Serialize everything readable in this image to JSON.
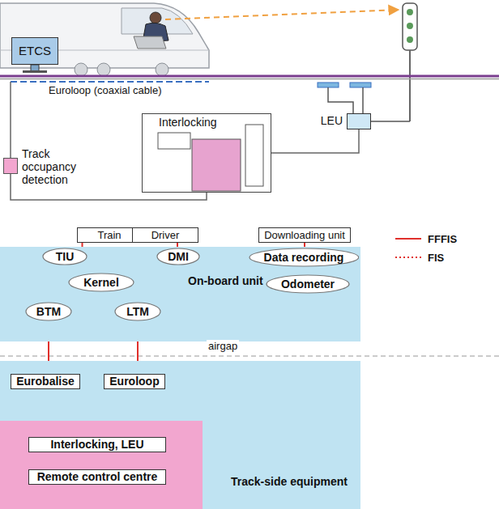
{
  "diagram": {
    "nodes": [
      {
        "text": [
          "ETCS"
        ]
      },
      {
        "text": [
          "Track occupancy detection"
        ]
      },
      {
        "text": [
          "Interlocking"
        ]
      },
      {
        "text": [
          "LEU"
        ]
      },
      {
        "text": [
          "Train"
        ]
      },
      {
        "text": [
          "Driver"
        ]
      },
      {
        "text": [
          "Downloading unit"
        ]
      },
      {
        "text": [
          "On-board unit"
        ]
      },
      {
        "text": [
          "TIU"
        ],
        "in": 7
      },
      {
        "text": [
          "DMI"
        ],
        "in": 7
      },
      {
        "text": [
          "Data recording"
        ],
        "in": 7
      },
      {
        "text": [
          "Kernel"
        ],
        "in": 7
      },
      {
        "text": [
          "Odometer"
        ],
        "in": 7
      },
      {
        "text": [
          "BTM"
        ],
        "in": 7
      },
      {
        "text": [
          "LTM"
        ],
        "in": 7
      },
      {
        "text": [
          "Track-side equipment"
        ]
      },
      {
        "text": [
          "Eurobalise"
        ],
        "in": 15
      },
      {
        "text": [
          "Euroloop"
        ],
        "in": 15
      },
      {
        "text": [
          "Interlocking, LEU"
        ],
        "in": 15
      },
      {
        "text": [
          "Remote control centre"
        ],
        "in": 15
      }
    ],
    "edges": [
      {
        "from": 1,
        "to": 2,
        "arrow": "none"
      },
      {
        "from": 2,
        "to": 3,
        "arrow": "none"
      },
      {
        "from": 4,
        "to": 8,
        "arrow": "none"
      },
      {
        "from": 5,
        "to": 9,
        "arrow": "none"
      },
      {
        "from": 6,
        "to": 10,
        "arrow": "none"
      },
      {
        "from": 13,
        "to": 16,
        "arrow": "none"
      },
      {
        "from": 14,
        "to": 17,
        "arrow": "none"
      },
      {
        "from": 16,
        "to": 18,
        "arrow": "none"
      },
      {
        "from": 17,
        "to": 18,
        "arrow": "none"
      },
      {
        "from": 18,
        "to": 19,
        "arrow": "none"
      }
    ],
    "labels": [
      "Euroloop (coaxial cable)",
      "airgap"
    ],
    "legend": [
      {
        "text": "FFFIS"
      },
      {
        "text": "FIS"
      }
    ]
  }
}
